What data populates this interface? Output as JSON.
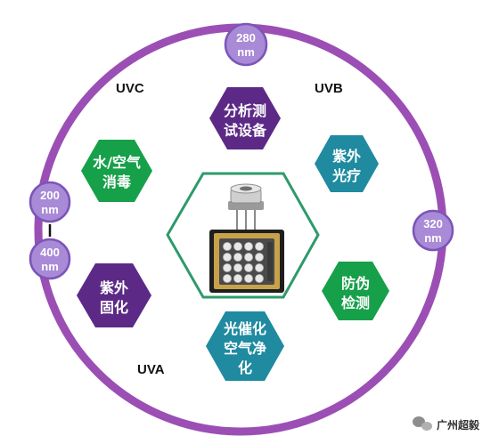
{
  "colors": {
    "ring": "#9b4fb5",
    "badge_fill": "#a98ad6",
    "badge_stroke": "#7b55b8",
    "purple_hex": "#5c2a86",
    "teal_hex": "#1f8aa0",
    "green_hex": "#17a04a",
    "center_stroke": "#2e9a6b"
  },
  "wavelength_badges": [
    {
      "id": "280",
      "value": "280",
      "unit": "nm"
    },
    {
      "id": "320",
      "value": "320",
      "unit": "nm"
    },
    {
      "id": "200",
      "value": "200",
      "unit": "nm"
    },
    {
      "id": "400",
      "value": "400",
      "unit": "nm"
    }
  ],
  "bands": {
    "uvc": "UVC",
    "uvb": "UVB",
    "uva": "UVA"
  },
  "applications": [
    {
      "id": "analysis-equipment",
      "lines": [
        "分析测",
        "试设备"
      ],
      "color": "purple"
    },
    {
      "id": "uv-phototherapy",
      "lines": [
        "紫外",
        "光疗"
      ],
      "color": "teal"
    },
    {
      "id": "water-air-disinfection",
      "lines": [
        "水/空气",
        "消毒"
      ],
      "color": "green"
    },
    {
      "id": "anti-counterfeit-detection",
      "lines": [
        "防伪",
        "检测"
      ],
      "color": "green"
    },
    {
      "id": "uv-curing",
      "lines": [
        "紫外",
        "固化"
      ],
      "color": "purple"
    },
    {
      "id": "photocatalytic-air-purification",
      "lines": [
        "光催化",
        "空气净",
        "化"
      ],
      "color": "teal"
    }
  ],
  "watermark": {
    "text": "广州超毅",
    "icon": "wechat-icon"
  }
}
